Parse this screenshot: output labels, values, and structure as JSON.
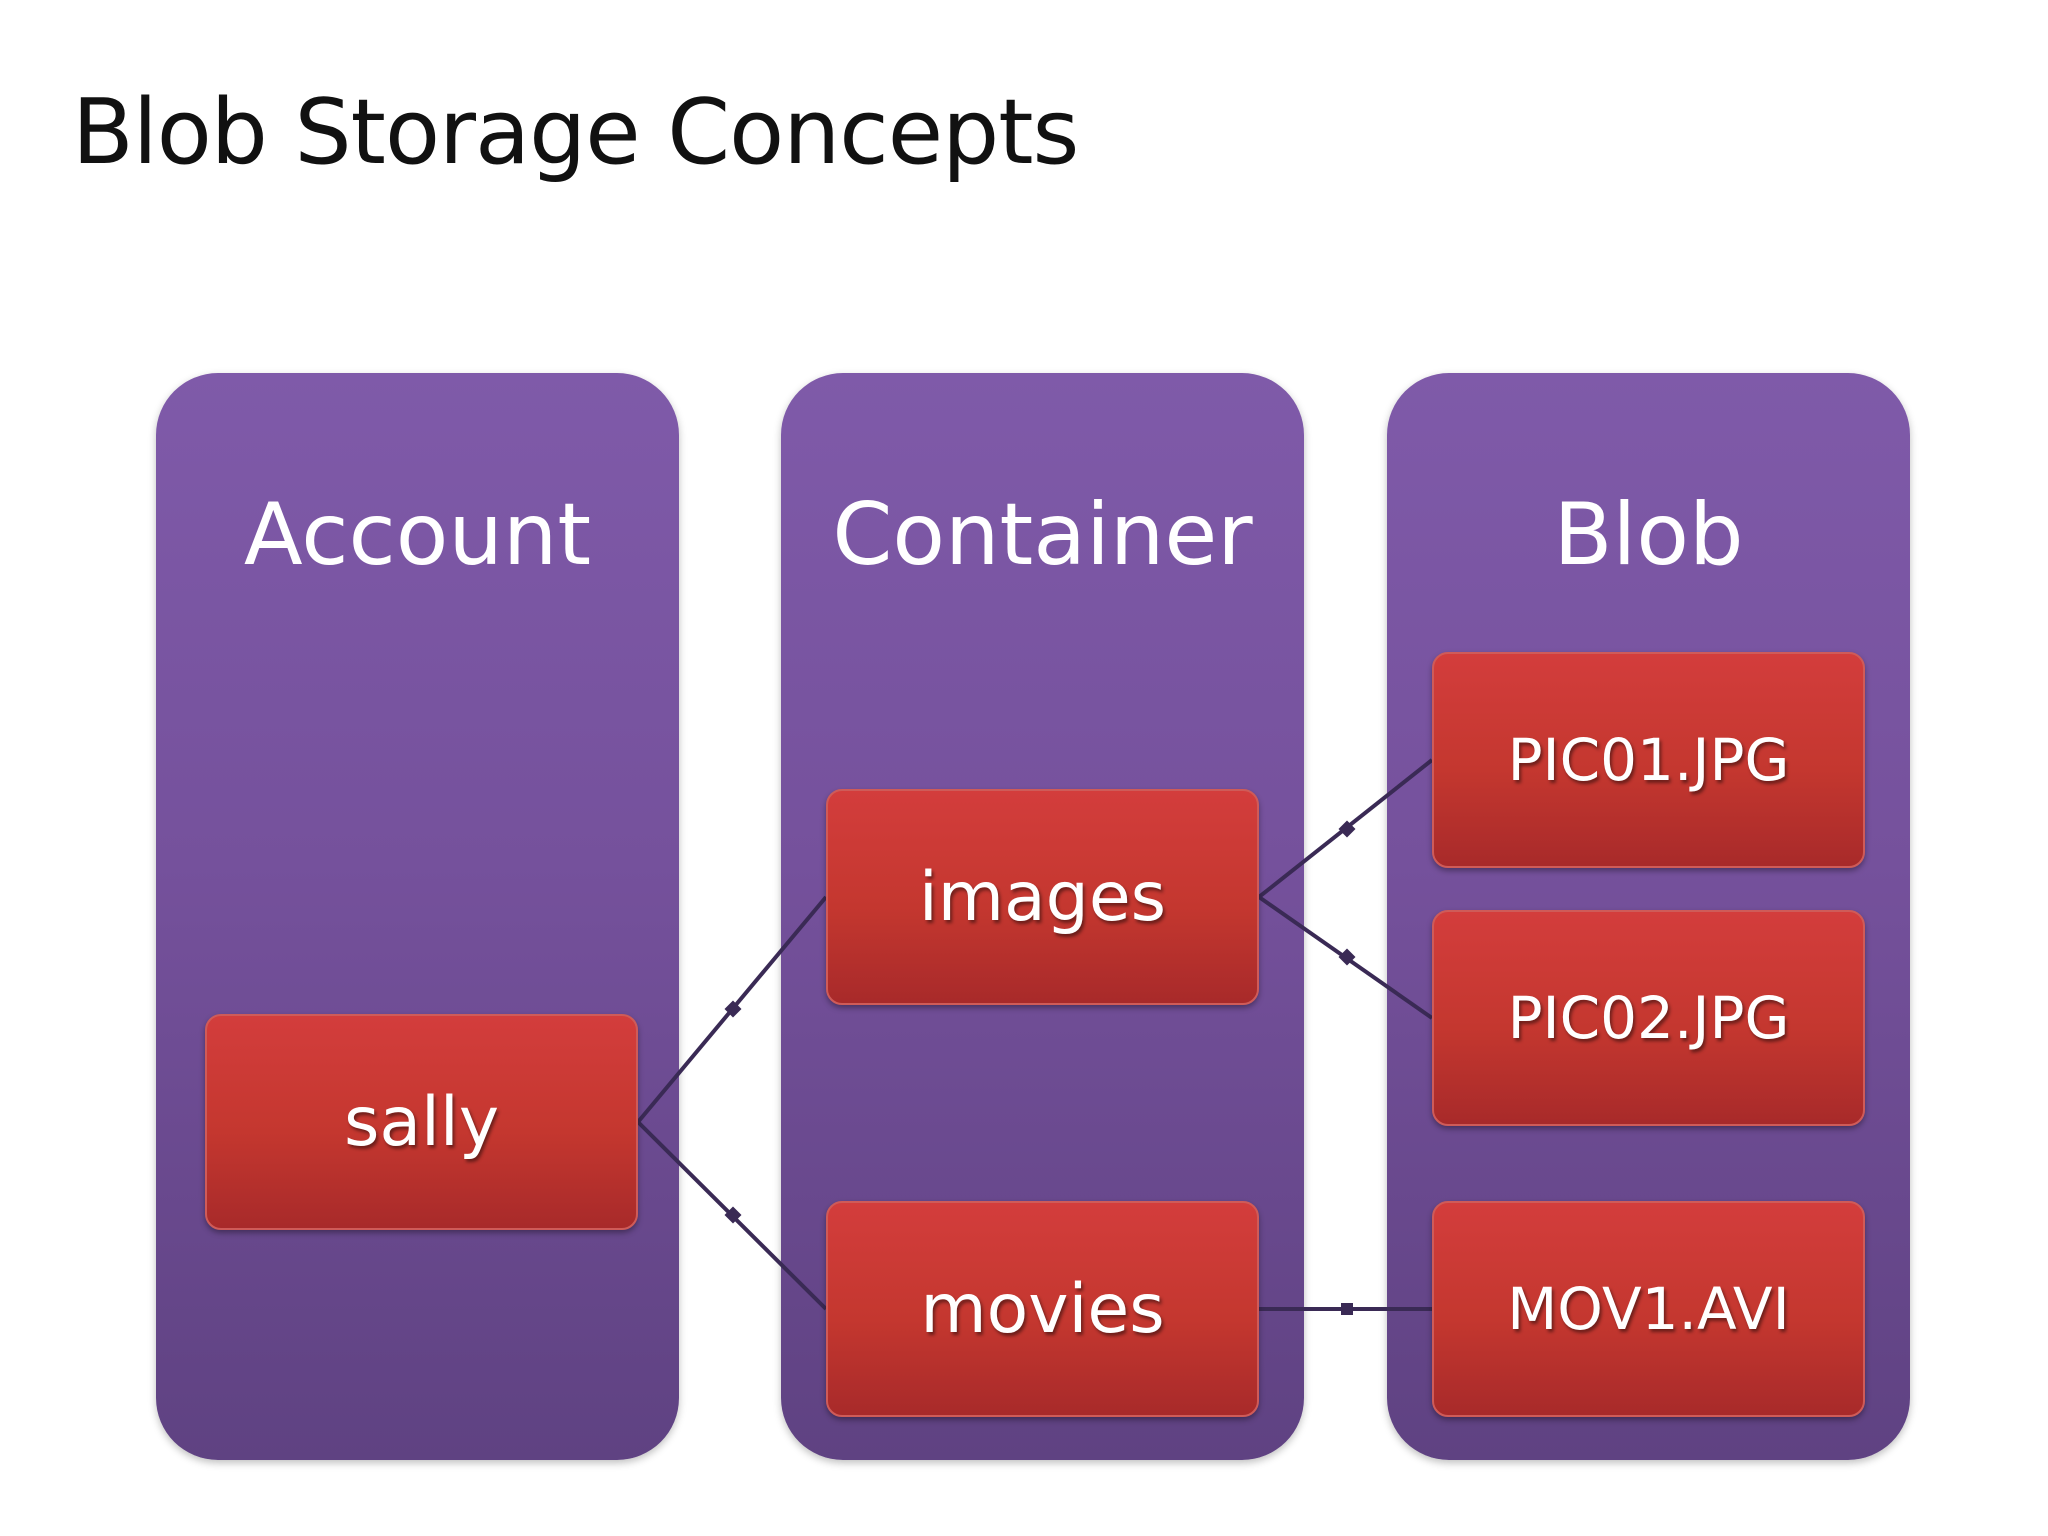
{
  "slide": {
    "title": "Blob Storage Concepts"
  },
  "columns": {
    "account": {
      "heading": "Account"
    },
    "container": {
      "heading": "Container"
    },
    "blob": {
      "heading": "Blob"
    }
  },
  "nodes": {
    "account": "sally",
    "container_images": "images",
    "container_movies": "movies",
    "blob_pic01": "PIC01.JPG",
    "blob_pic02": "PIC02.JPG",
    "blob_mov1": "MOV1.AVI"
  },
  "edges": [
    {
      "from": "sally",
      "to": "images"
    },
    {
      "from": "sally",
      "to": "movies"
    },
    {
      "from": "images",
      "to": "PIC01.JPG"
    },
    {
      "from": "images",
      "to": "PIC02.JPG"
    },
    {
      "from": "movies",
      "to": "MOV1.AVI"
    }
  ],
  "colors": {
    "column_fill": "#7f5aa9",
    "node_fill": "#c4372f",
    "connector": "#3a2a55"
  }
}
